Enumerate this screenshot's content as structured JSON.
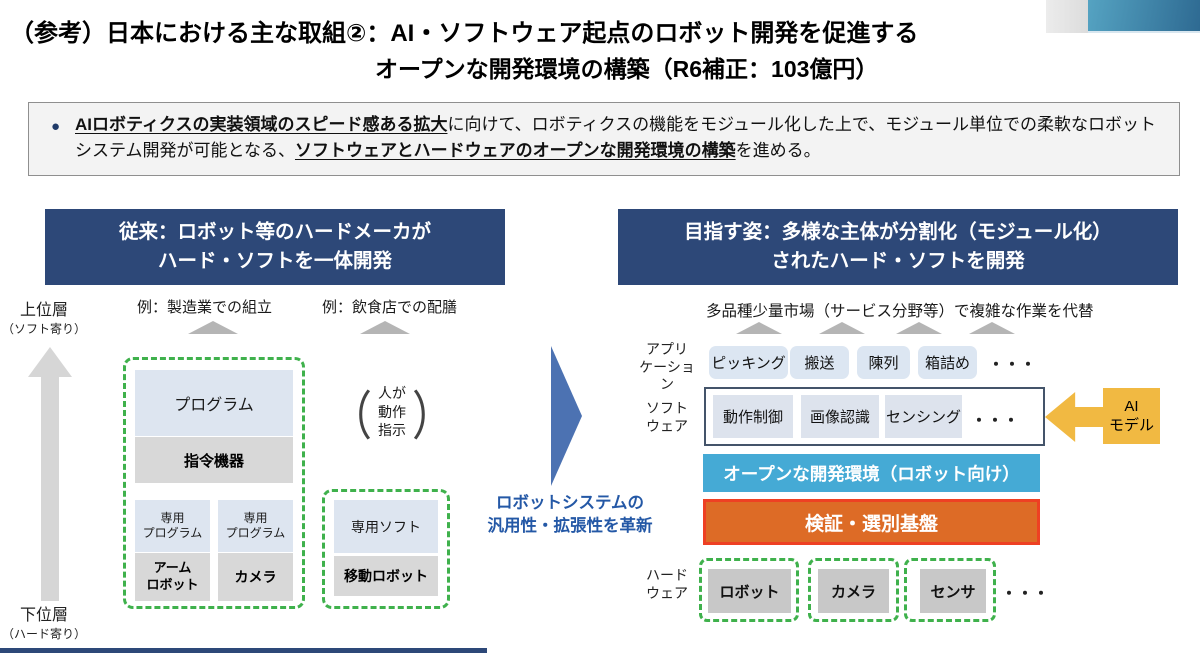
{
  "slide": {
    "title_line1": "（参考）日本における主な取組②：AI・ソフトウェア起点のロボット開発を促進する",
    "title_line2": "オープンな開発環境の構築（R6補正：103億円）"
  },
  "summary": {
    "bullet_glyph": "●",
    "lead_bold": "AIロボティクスの実装領域のスピード感ある拡大",
    "middle": "に向けて、ロボティクスの機能をモジュール化した上で、モジュール単位での柔軟なロボットシステム開発が可能となる、",
    "emphasis_bold": "ソフトウェアとハードウェアのオープンな開発環境の構築",
    "tail": "を進める。"
  },
  "left_panel": {
    "header": "従来：ロボット等のハードメーカが\nハード・ソフトを一体開発",
    "axis_top": "上位層",
    "axis_top_sub": "（ソフト寄り）",
    "axis_bottom": "下位層",
    "axis_bottom_sub": "（ハード寄り）",
    "example_assembly": "例：製造業での組立",
    "example_serving": "例：飲食店での配膳",
    "program": "プログラム",
    "command_device": "指令機器",
    "dedicated_program_1": "専用\nプログラム",
    "dedicated_program_2": "専用\nプログラム",
    "arm_robot": "アーム\nロボット",
    "camera": "カメラ",
    "paren_open": "（",
    "paren_close": "）",
    "human_instruction": "人が\n動作指示",
    "dedicated_soft": "専用ソフト",
    "mobile_robot": "移動ロボット"
  },
  "center": {
    "caption": "ロボットシステムの\n汎用性・拡張性を革新"
  },
  "right_panel": {
    "header": "目指す姿：多様な主体が分割化（モジュール化）\nされたハード・ソフトを開発",
    "market_caption": "多品種少量市場（サービス分野等）で複雑な作業を代替",
    "label_application": "アプリ\nケーション",
    "label_software": "ソフト\nウェア",
    "label_hardware": "ハード\nウェア",
    "apps": [
      "ピッキング",
      "搬送",
      "陳列",
      "箱詰め"
    ],
    "apps_ellipsis": "・・・",
    "software_modules": [
      "動作制御",
      "画像認識",
      "センシング"
    ],
    "software_ellipsis": "・・・",
    "ai_model": "AI\nモデル",
    "open_env_bar": "オープンな開発環境（ロボット向け）",
    "verification_bar": "検証・選別基盤",
    "hardware": [
      "ロボット",
      "カメラ",
      "センサ"
    ],
    "hardware_ellipsis": "・・・"
  },
  "colors": {
    "header_navy": "#2d4878",
    "green_dashed": "#3fb14c",
    "light_blue_box": "#dde5f0",
    "gray_box": "#d8d8d8",
    "hardware_gray_box": "#c8c8c8",
    "center_arrow_blue": "#4c72b2",
    "center_text_blue": "#2458a6",
    "open_env_blue": "#45aad5",
    "verification_orange_fill": "#dd6b26",
    "verification_orange_border": "#ee4023",
    "ai_yellow": "#f1b942",
    "deco_gradient_blue_start": "#55a3c2",
    "deco_gradient_blue_end": "#2e6a92"
  }
}
